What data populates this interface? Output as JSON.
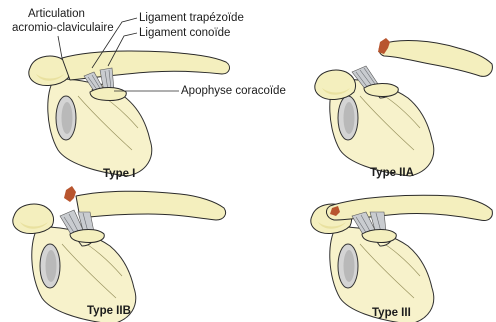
{
  "labels": {
    "articulation_line1": "Articulation",
    "articulation_line2": "acromio-claviculaire",
    "ligament_trapezoide": "Ligament trapézoïde",
    "ligament_conoide": "Ligament conoïde",
    "apophyse_coracoide": "Apophyse coracoïde"
  },
  "panels": [
    {
      "caption": "Type I"
    },
    {
      "caption": "Type IIA"
    },
    {
      "caption": "Type IIB"
    },
    {
      "caption": "Type III"
    }
  ]
}
